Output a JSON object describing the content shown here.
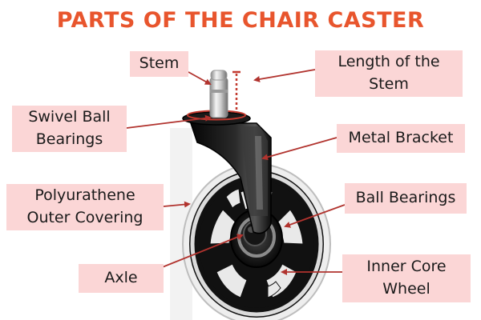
{
  "title": "PARTS OF THE CHAIR CASTER",
  "colors": {
    "title": "#e8552d",
    "label_bg": "#fbd6d6",
    "arrow": "#b1332e",
    "wheel_dark": "#111111",
    "wheel_clear": "#eeeeee"
  },
  "labels": {
    "stem": "Stem",
    "stem_length": "Length of the\nStem",
    "swivel_ball_bearings": "Swivel Ball\nBearings",
    "metal_bracket": "Metal Bracket",
    "polyurethane_covering": "Polyurathene\nOuter Covering",
    "ball_bearings": "Ball Bearings",
    "axle": "Axle",
    "inner_core_wheel": "Inner Core\nWheel"
  }
}
